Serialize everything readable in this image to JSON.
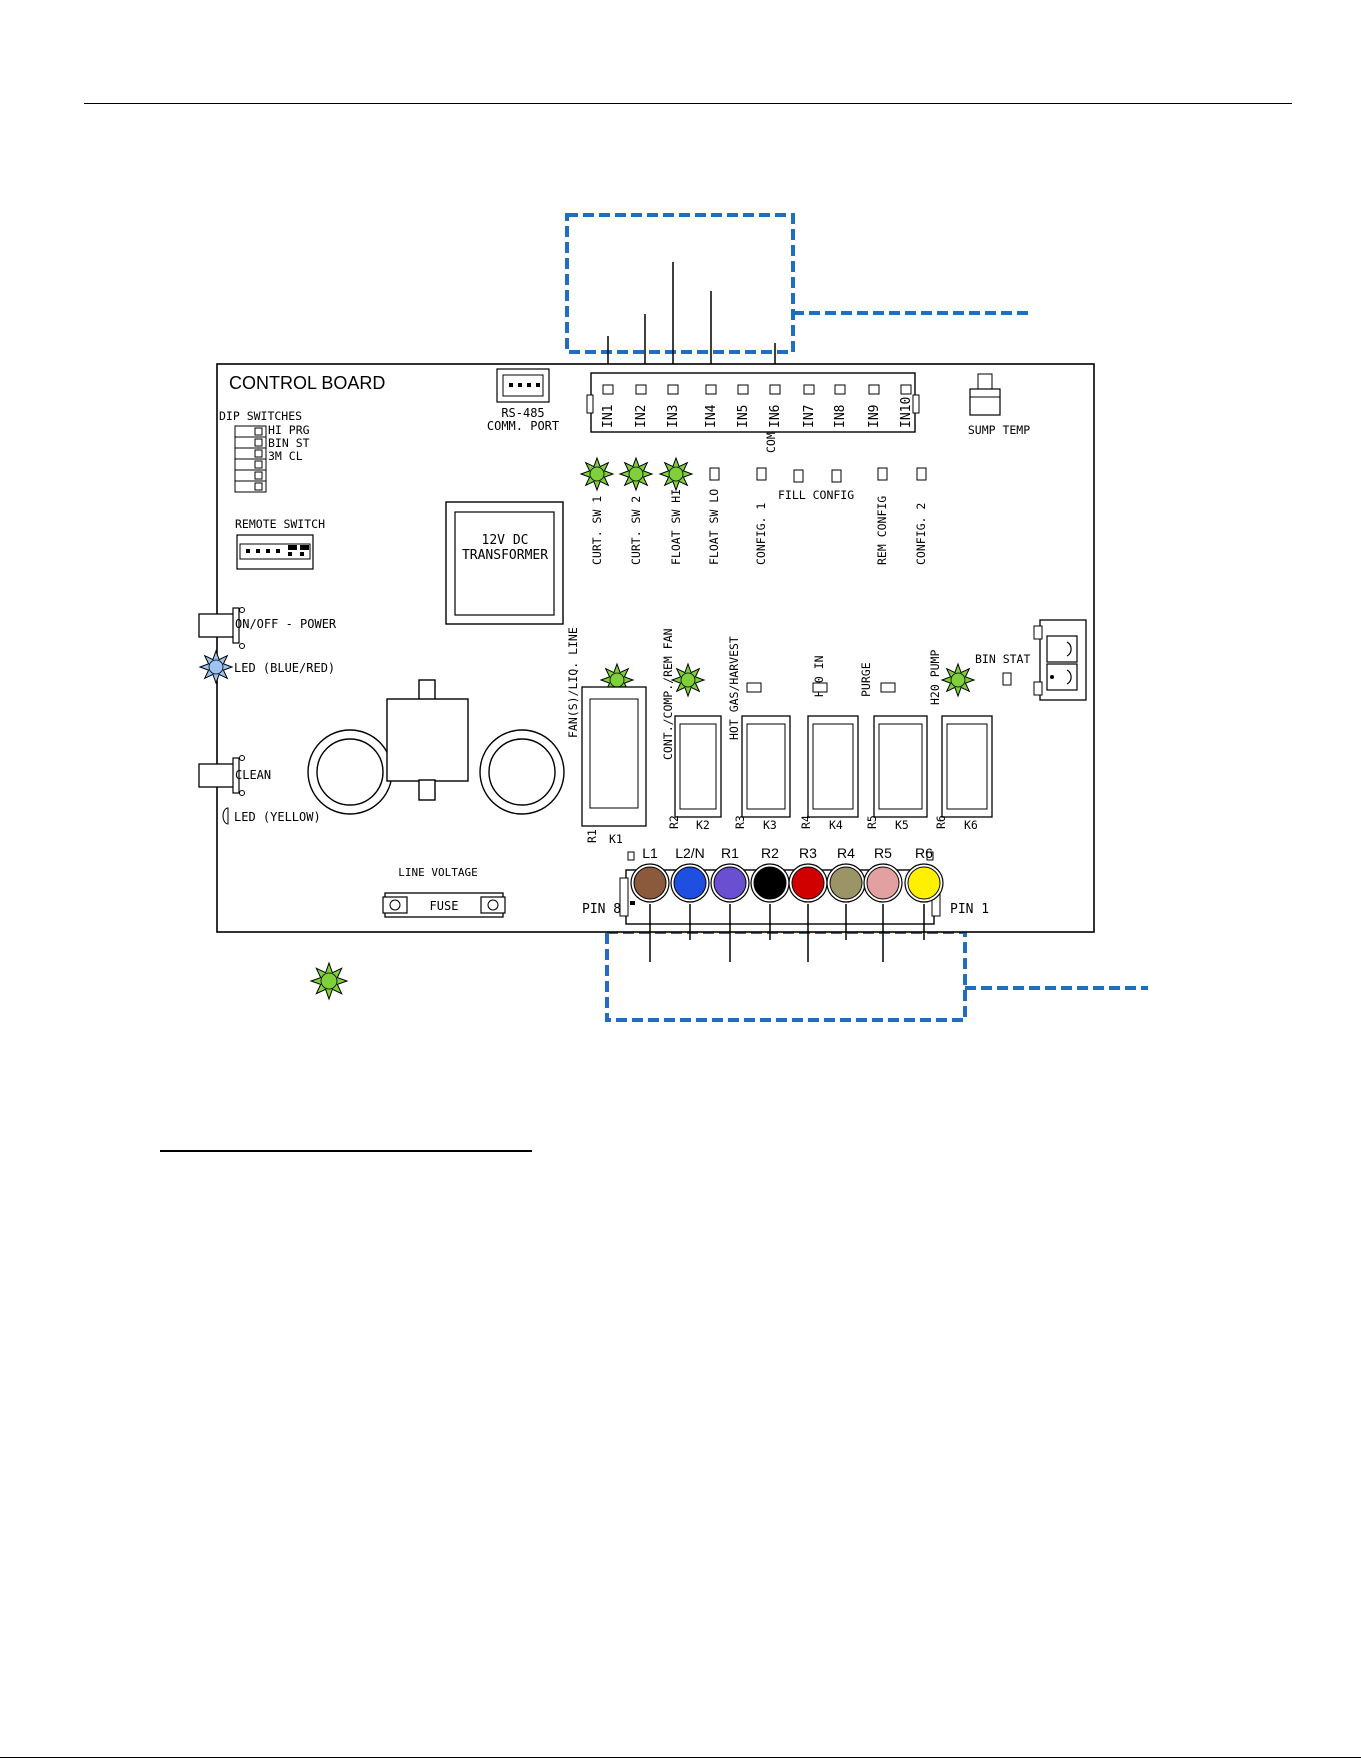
{
  "board": {
    "title": "CONTROL BOARD",
    "dip_title": "DIP SWITCHES",
    "dip_items": [
      "HI PRG",
      "BIN ST",
      "3M CL"
    ],
    "comm_port": [
      "RS-485",
      "COMM. PORT"
    ],
    "sump_temp": "SUMP TEMP",
    "remote_switch": "REMOTE SWITCH",
    "transformer": [
      "12V DC",
      "TRANSFORMER"
    ],
    "power_switch": "ON/OFF - POWER",
    "led_blue_red": "LED (BLUE/RED)",
    "clean": "CLEAN",
    "led_yellow": "LED (YELLOW)",
    "line_voltage": "LINE VOLTAGE",
    "fuse": "FUSE",
    "bin_stat": "BIN STAT",
    "fill_config": "FILL CONFIG",
    "pin8": "PIN 8",
    "pin1": "PIN 1",
    "com": "COM"
  },
  "inputs": [
    "IN1",
    "IN2",
    "IN3",
    "IN4",
    "IN5",
    "IN6",
    "IN7",
    "IN8",
    "IN9",
    "IN10"
  ],
  "input_leds": [
    "CURT. SW 1",
    "CURT. SW 2",
    "FLOAT SW HI",
    "FLOAT SW LO",
    "CONFIG. 1",
    "REM CONFIG",
    "CONFIG. 2"
  ],
  "output_labels": [
    "FAN(S)/LIQ. LINE",
    "CONT./COMP./REM FAN",
    "HOT GAS/HARVEST",
    "H20 IN",
    "PURGE",
    "H20 PUMP"
  ],
  "relays": [
    {
      "r": "R1",
      "k": "K1"
    },
    {
      "r": "R2",
      "k": "K2"
    },
    {
      "r": "R3",
      "k": "K3"
    },
    {
      "r": "R4",
      "k": "K4"
    },
    {
      "r": "R5",
      "k": "K5"
    },
    {
      "r": "R6",
      "k": "K6"
    }
  ],
  "terminals": [
    {
      "label": "L1",
      "color": "#8B5A3C"
    },
    {
      "label": "L2/N",
      "color": "#1F4FE0"
    },
    {
      "label": "R1",
      "color": "#6A4FD0"
    },
    {
      "label": "R2",
      "color": "#000000"
    },
    {
      "label": "R3",
      "color": "#D00000"
    },
    {
      "label": "R4",
      "color": "#9A9466"
    },
    {
      "label": "R5",
      "color": "#E3A0A0"
    },
    {
      "label": "R6",
      "color": "#FFF000"
    }
  ],
  "colors": {
    "led_green": "#7FD03A",
    "led_blue": "#9DC3F0",
    "dashed_blue": "#1E6FBF"
  }
}
